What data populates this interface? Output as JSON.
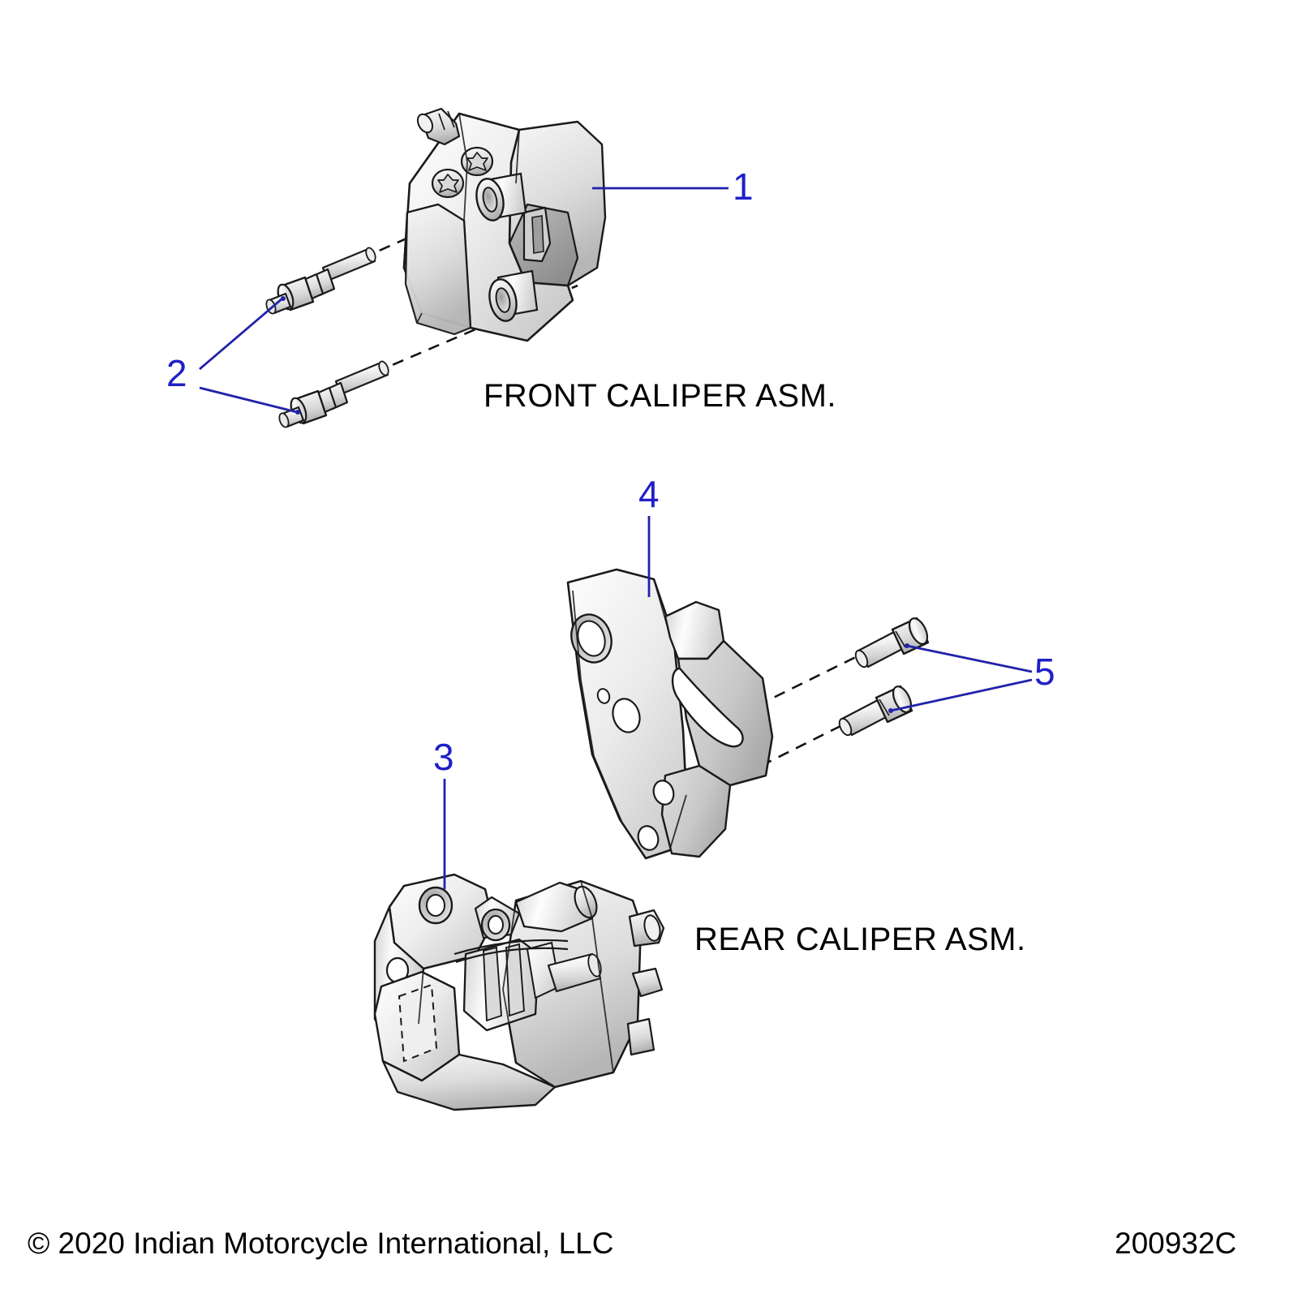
{
  "document": {
    "type": "exploded-parts-diagram",
    "sheet_number": "200932C",
    "copyright": "© 2020 Indian Motorcycle International, LLC"
  },
  "assemblies": [
    {
      "id": "front",
      "label": "FRONT CALIPER ASM."
    },
    {
      "id": "rear",
      "label": "REAR CALIPER ASM."
    }
  ],
  "labels": {
    "front_asm": "FRONT CALIPER ASM.",
    "rear_asm": "REAR CALIPER ASM."
  },
  "callouts": [
    {
      "number": "1",
      "part": "front-caliper-body",
      "assembly": "front"
    },
    {
      "number": "2",
      "part": "front-caliper-pin",
      "assembly": "front",
      "quantity": 2
    },
    {
      "number": "3",
      "part": "rear-caliper-body",
      "assembly": "rear"
    },
    {
      "number": "4",
      "part": "rear-caliper-bracket",
      "assembly": "rear"
    },
    {
      "number": "5",
      "part": "rear-caliper-bolt",
      "assembly": "rear",
      "quantity": 2
    }
  ],
  "callout_numbers": {
    "one": "1",
    "two": "2",
    "three": "3",
    "four": "4",
    "five": "5"
  },
  "colors": {
    "callout_blue": "#2020c8",
    "leader_line": "#2222aa",
    "outline": "#1a1a1a",
    "part_fill_light": "#fbfbfb",
    "part_fill_mid": "#e4e4e4",
    "part_fill_dark": "#c9c9c9",
    "background": "#ffffff",
    "text": "#000000"
  }
}
